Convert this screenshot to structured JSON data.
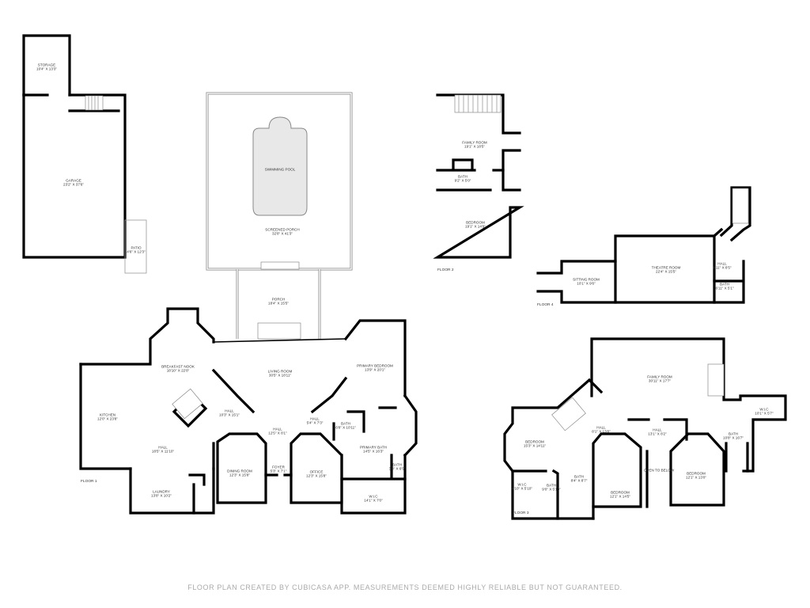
{
  "rooms": {
    "storage": {
      "name": "Storage",
      "dim": "10'4\" x 13'3\""
    },
    "garage": {
      "name": "Garage",
      "dim": "23'2\" x 37'6\""
    },
    "patio": {
      "name": "Patio",
      "dim": "4'6\" x 12'3\""
    },
    "pool": {
      "name": "Swimming Pool"
    },
    "screened_porch": {
      "name": "Screened Porch",
      "dim": "32'8\" x 41'3\""
    },
    "porch": {
      "name": "Porch",
      "dim": "18'4\" x 15'5\""
    },
    "breakfast_nook": {
      "name": "Breakfast Nook",
      "dim": "18'10\" x 22'8\""
    },
    "kitchen": {
      "name": "Kitchen",
      "dim": "12'0\" x 23'8\""
    },
    "hall1a": {
      "name": "Hall",
      "dim": "10'3\" x 15'1\""
    },
    "hall1b": {
      "name": "Hall",
      "dim": "18'5\" x 11'10\""
    },
    "hall1c": {
      "name": "Hall",
      "dim": "12'5\" x 8'1\""
    },
    "hall1d": {
      "name": "Hall",
      "dim": "5'4\" x 7'3\""
    },
    "living_room": {
      "name": "Living Room",
      "dim": "30'5\" x 18'11\""
    },
    "primary_bedroom": {
      "name": "Primary Bedroom",
      "dim": "13'9\" x 20'1\""
    },
    "bath1a": {
      "name": "Bath",
      "dim": "6'8\" x 10'11\""
    },
    "primary_bath": {
      "name": "Primary Bath",
      "dim": "14'5\" x 16'3\""
    },
    "bath1b": {
      "name": "Bath",
      "dim": "3'8\" x 6'5\""
    },
    "wic1": {
      "name": "W.I.C",
      "dim": "14'1\" x 7'0\""
    },
    "laundry": {
      "name": "Laundry",
      "dim": "13'8\" x 10'2\""
    },
    "dining_room": {
      "name": "Dining Room",
      "dim": "12'3\" x 15'8\""
    },
    "foyer": {
      "name": "Foyer",
      "dim": "5'3\" x 7'1\""
    },
    "office": {
      "name": "Office",
      "dim": "12'3\" x 15'8\""
    },
    "family_room2": {
      "name": "Family Room",
      "dim": "19'1\" x 18'5\""
    },
    "bath2": {
      "name": "Bath",
      "dim": "9'2\" x 5'0\""
    },
    "bedroom2": {
      "name": "Bedroom",
      "dim": "19'1\" x 14'9\""
    },
    "sitting_room": {
      "name": "Sitting Room",
      "dim": "10'1\" x 9'6\""
    },
    "theatre_room": {
      "name": "Theatre Room",
      "dim": "22'4\" x 15'5\""
    },
    "hall4": {
      "name": "Hall",
      "dim": "8'11\" x 8'5\""
    },
    "bath4": {
      "name": "Bath",
      "dim": "6'11\" x 5'1\""
    },
    "family_room3": {
      "name": "Family Room",
      "dim": "30'11\" x 17'7\""
    },
    "hall3a": {
      "name": "Hall",
      "dim": "8'1\" x 13'8\""
    },
    "hall3b": {
      "name": "Hall",
      "dim": "13'1\" x 8'2\""
    },
    "bedroom3a": {
      "name": "Bedroom",
      "dim": "15'3\" x 14'11\""
    },
    "wic3a": {
      "name": "W.I.C",
      "dim": "4'10\" x 5'10\""
    },
    "bath3a": {
      "name": "Bath",
      "dim": "9'0\" x 5'10\""
    },
    "bath3b": {
      "name": "Bath",
      "dim": "8'4\" x 8'7\""
    },
    "bedroom3b": {
      "name": "Bedroom",
      "dim": "12'1\" x 14'5\""
    },
    "open_to_below": {
      "name": "Open to Below"
    },
    "bedroom3c": {
      "name": "Bedroom",
      "dim": "12'1\" x 13'0\""
    },
    "bath3c": {
      "name": "Bath",
      "dim": "10'8\" x 16'7\""
    },
    "wic3b": {
      "name": "W.I.C",
      "dim": "10'1\" x 5'7\""
    }
  },
  "floors": {
    "f1": "Floor 1",
    "f2": "Floor 2",
    "f3": "Floor 3",
    "f4": "Floor 4"
  },
  "footer": "FLOOR PLAN CREATED BY CUBICASA APP. MEASUREMENTS DEEMED HIGHLY RELIABLE BUT NOT GUARANTEED.",
  "colors": {
    "wall": "#000000",
    "pool": "#e8e8e8",
    "footer": "#aaaaaa"
  }
}
